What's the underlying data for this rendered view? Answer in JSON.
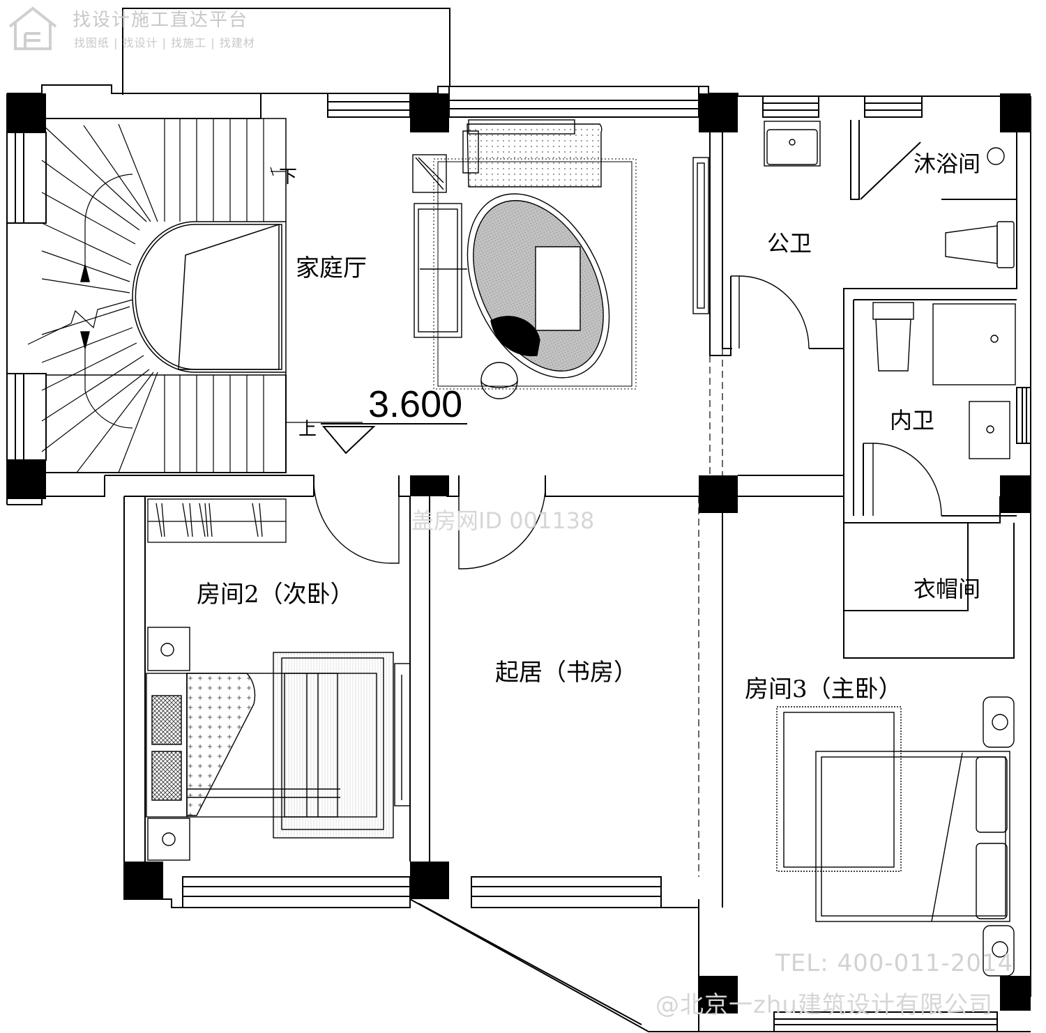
{
  "watermark": {
    "platform_title": "找设计施工直达平台",
    "platform_subtitle": "找图纸 | 找设计 | 找施工 | 找建材",
    "listing_id": "盖房网ID 001138",
    "tel": "TEL: 400-011-2014",
    "company": "@北京一zhu建筑设计有限公司"
  },
  "rooms": {
    "family_hall": "家庭厅",
    "shower": "沐浴间",
    "public_toilet": "公卫",
    "inner_toilet": "内卫",
    "room2": "房间2（次卧）",
    "living_study": "起居（书房）",
    "cloakroom": "衣帽间",
    "room3": "房间3（主卧）"
  },
  "stair": {
    "down_label": "下",
    "up_label": "上"
  },
  "elevation": "3.600",
  "colors": {
    "line": "#000000",
    "watermark": "#cccccc"
  }
}
